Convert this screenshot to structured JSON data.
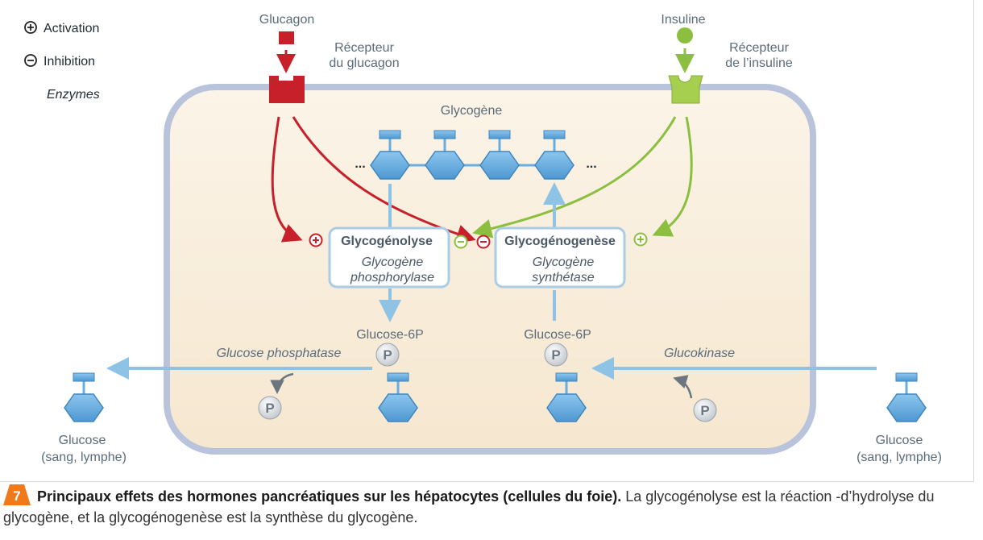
{
  "legend": {
    "activation": "Activation",
    "inhibition": "Inhibition",
    "enzymes": "Enzymes"
  },
  "hormones": {
    "glucagon": "Glucagon",
    "insulin": "Insuline",
    "glucagon_receptor": [
      "Récepteur",
      "du glucagon"
    ],
    "insulin_receptor": [
      "Récepteur",
      "de l’insuline"
    ]
  },
  "glycogen": {
    "label": "Glycogène",
    "ellipsis": "..."
  },
  "enzymes": {
    "glycogenolysis": {
      "title": "Glycogénolyse",
      "enzyme": [
        "Glycogène",
        "phosphorylase"
      ]
    },
    "glycogenesis": {
      "title": "Glycogénogenèse",
      "enzyme": [
        "Glycogène",
        "synthétase"
      ]
    }
  },
  "metabolites": {
    "g6p_left": "Glucose-6P",
    "g6p_right": "Glucose-6P",
    "phosphate": "P",
    "glucose_phosphatase": "Glucose phosphatase",
    "glucokinase": "Glucokinase",
    "glucose_left": [
      "Glucose",
      "(sang, lymphe)"
    ],
    "glucose_right": [
      "Glucose",
      "(sang, lymphe)"
    ]
  },
  "colors": {
    "glucagon": "#c8202a",
    "insulin": "#8cbf3f",
    "flow": "#8ec3e6",
    "cell_fill": "#f8ecd8",
    "cell_border": "#b9c4dc",
    "hexagon": "#6aaee0"
  },
  "caption": {
    "number": "7",
    "bold": "Principaux effets des hormones pancréatiques sur les hépatocytes (cellules du foie).",
    "text": " La glycogénolyse est la réaction -d’hydrolyse du glycogène, et la glycogénogenèse est la synthèse du glycogène."
  }
}
